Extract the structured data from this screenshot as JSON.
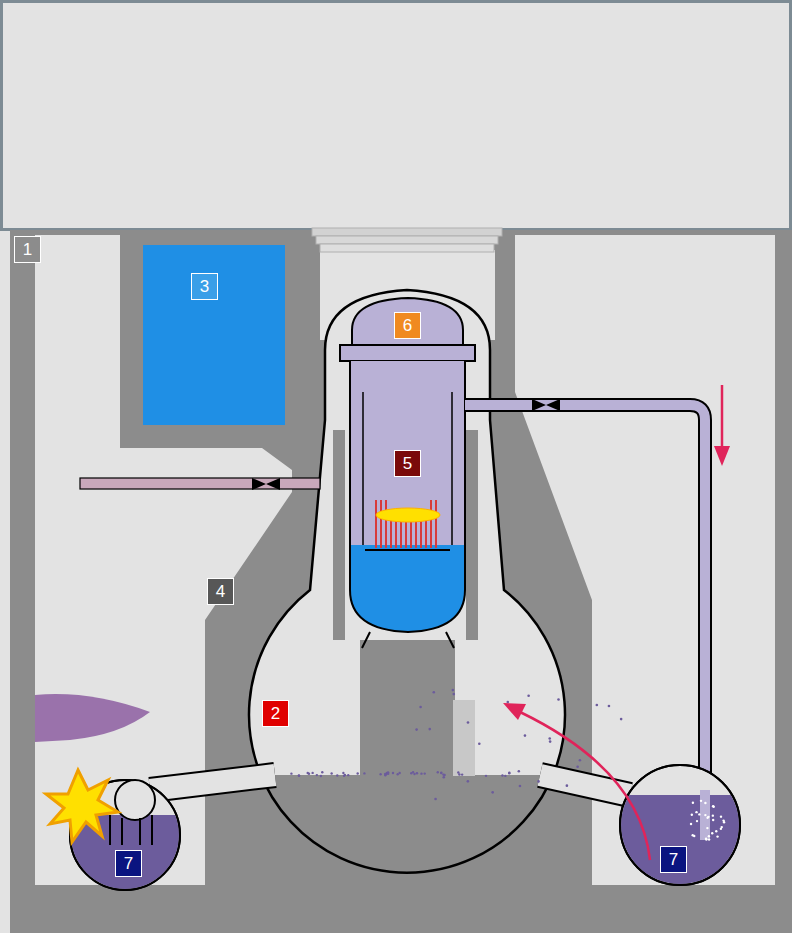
{
  "diagram": {
    "labels": [
      "1",
      "3",
      "6",
      "5",
      "4",
      "2",
      "7",
      "7"
    ]
  }
}
